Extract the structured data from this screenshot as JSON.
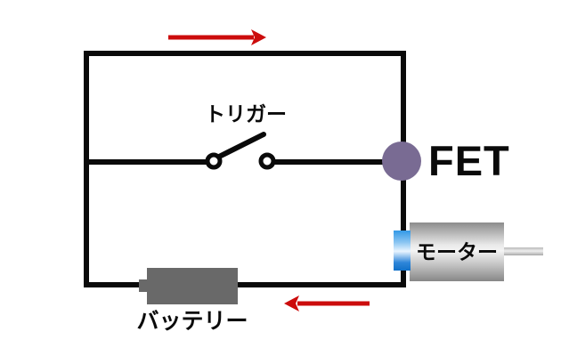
{
  "diagram": {
    "description": "circuit-diagram",
    "components": {
      "trigger_switch": {
        "label": "トリガー"
      },
      "fet": {
        "label": "FET"
      },
      "motor": {
        "label": "モーター"
      },
      "battery": {
        "label": "バッテリー"
      }
    },
    "current_arrows": {
      "top_direction": "right",
      "bottom_direction": "left"
    },
    "colors": {
      "wire": "#0a0a0a",
      "arrow_red": "#cc0c0c",
      "fet_node_purple": "#796b93",
      "battery_gray": "#696969",
      "motor_band_blue": "#1170c8",
      "switch_fill": "#ffffff"
    }
  }
}
